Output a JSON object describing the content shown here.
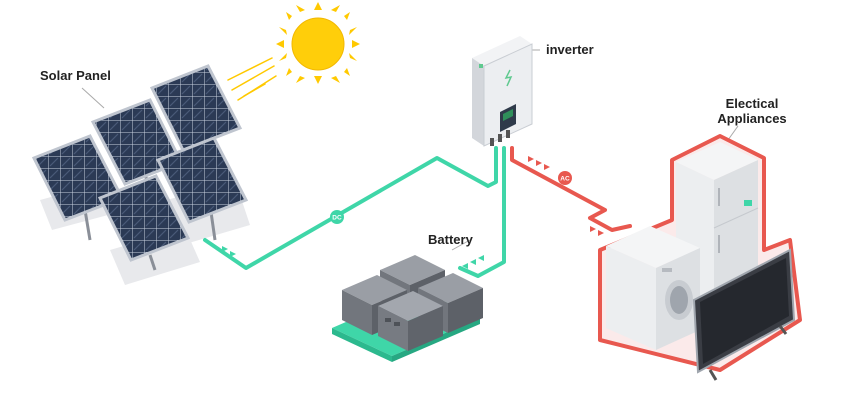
{
  "labels": {
    "solar_panel": "Solar Panel",
    "inverter": "inverter",
    "battery": "Battery",
    "appliances_line1": "Electical",
    "appliances_line2": "Appliances"
  },
  "tags": {
    "dc": "DC",
    "ac": "AC"
  },
  "colors": {
    "dc_line": "#3fd6a8",
    "ac_line": "#e8584f",
    "sun": "#ffc900",
    "panel_cell": "#2b3a55",
    "battery_body": "#6b6f76",
    "inverter_screen": "#2f8f5a"
  }
}
